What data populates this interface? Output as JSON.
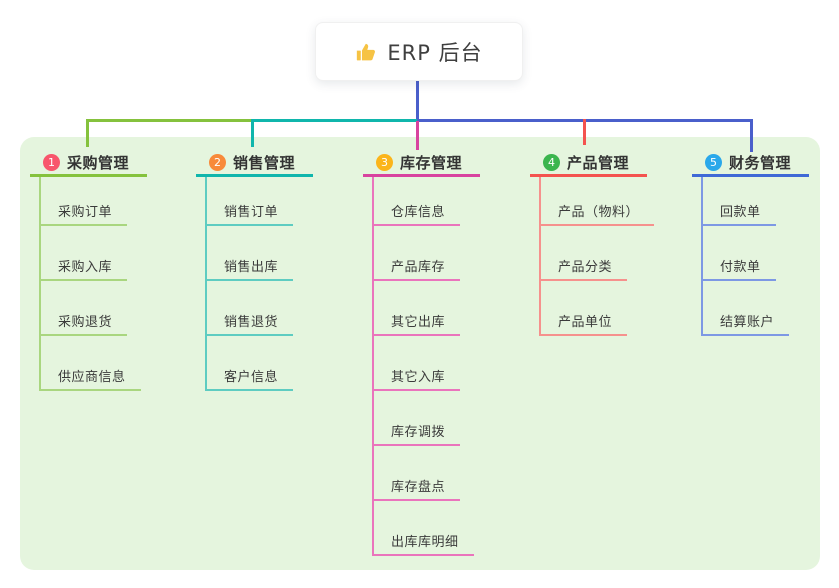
{
  "root": {
    "label": "ERP 后台",
    "icon": "thumbs-up-icon"
  },
  "colors": {
    "panel_background": "#e5f5de",
    "root_connector": "#4a5fcb",
    "text_primary": "#333333"
  },
  "branches": [
    {
      "index": "1",
      "label": "采购管理",
      "badge_color": "#f8566c",
      "line_color": "#85c23d",
      "child_line_color": "#a9d67f",
      "children": [
        "采购订单",
        "采购入库",
        "采购退货",
        "供应商信息"
      ]
    },
    {
      "index": "2",
      "label": "销售管理",
      "badge_color": "#f88a3a",
      "line_color": "#10b6ac",
      "child_line_color": "#5eccc1",
      "children": [
        "销售订单",
        "销售出库",
        "销售退货",
        "客户信息"
      ]
    },
    {
      "index": "3",
      "label": "库存管理",
      "badge_color": "#fbb51b",
      "line_color": "#d8439f",
      "child_line_color": "#ea74bc",
      "children": [
        "仓库信息",
        "产品库存",
        "其它出库",
        "其它入库",
        "库存调拨",
        "库存盘点",
        "出库库明细"
      ]
    },
    {
      "index": "4",
      "label": "产品管理",
      "badge_color": "#3bb54e",
      "line_color": "#f4534f",
      "child_line_color": "#f6918d",
      "children": [
        "产品（物料）",
        "产品分类",
        "产品单位"
      ]
    },
    {
      "index": "5",
      "label": "财务管理",
      "badge_color": "#2aa8ea",
      "line_color": "#3f69d6",
      "child_line_color": "#7d98e4",
      "children": [
        "回款单",
        "付款单",
        "结算账户"
      ]
    }
  ]
}
